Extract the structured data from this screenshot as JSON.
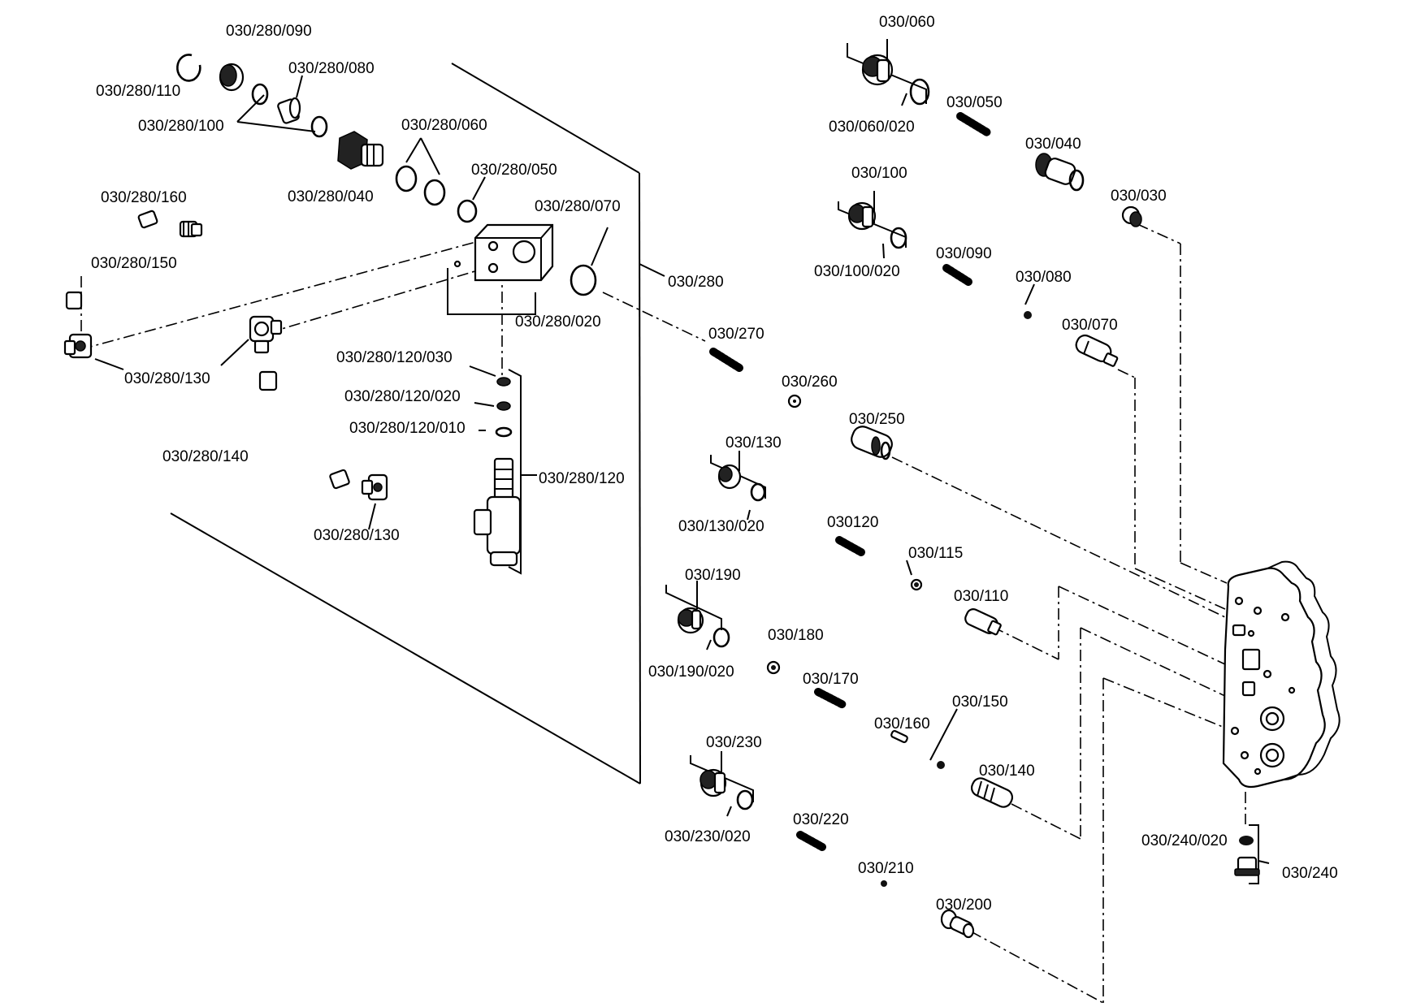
{
  "diagram": {
    "labels": {
      "l_280_110": "030/280/110",
      "l_280_090": "030/280/090",
      "l_280_080": "030/280/080",
      "l_280_100": "030/280/100",
      "l_280_060": "030/280/060",
      "l_280_040": "030/280/040",
      "l_280_050": "030/280/050",
      "l_280_160": "030/280/160",
      "l_280_070": "030/280/070",
      "l_280_150": "030/280/150",
      "l_280": "030/280",
      "l_280_020": "030/280/020",
      "l_280_130a": "030/280/130",
      "l_280_120_030": "030/280/120/030",
      "l_280_120_020": "030/280/120/020",
      "l_280_120_010": "030/280/120/010",
      "l_280_140": "030/280/140",
      "l_280_120": "030/280/120",
      "l_280_130b": "030/280/130",
      "l_060": "030/060",
      "l_060_020": "030/060/020",
      "l_050": "030/050",
      "l_040": "030/040",
      "l_030": "030/030",
      "l_100": "030/100",
      "l_100_020": "030/100/020",
      "l_090": "030/090",
      "l_080": "030/080",
      "l_070": "030/070",
      "l_270": "030/270",
      "l_260": "030/260",
      "l_250": "030/250",
      "l_130": "030/130",
      "l_130_020": "030/130/020",
      "l_120": "030120",
      "l_115": "030/115",
      "l_110": "030/110",
      "l_190": "030/190",
      "l_190_020": "030/190/020",
      "l_180": "030/180",
      "l_170": "030/170",
      "l_160": "030/160",
      "l_150": "030/150",
      "l_140": "030/140",
      "l_230": "030/230",
      "l_230_020": "030/230/020",
      "l_220": "030/220",
      "l_210": "030/210",
      "l_200": "030/200",
      "l_240_020": "030/240/020",
      "l_240": "030/240"
    }
  }
}
